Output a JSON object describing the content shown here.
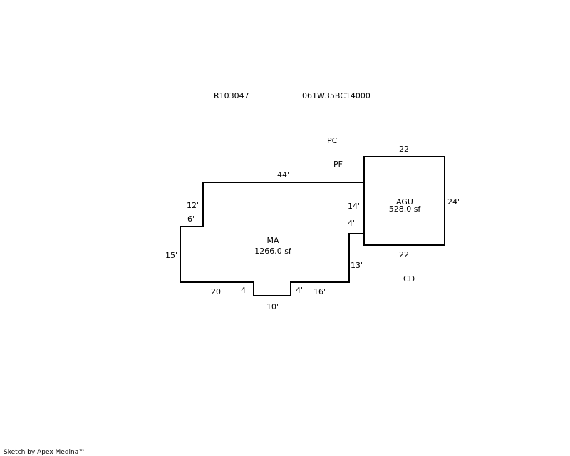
{
  "header": {
    "parcel_id": "R103047",
    "map_number": "061W35BC14000"
  },
  "codes": {
    "pc": "PC",
    "pf": "PF",
    "cd": "CD"
  },
  "areas": {
    "main": {
      "code": "MA",
      "size": "1266.0 sf"
    },
    "garage": {
      "code": "AGU",
      "size": "528.0 sf"
    }
  },
  "dimensions": {
    "main_top": "44'",
    "main_left_upper": "12'",
    "main_step": "6'",
    "main_left": "15'",
    "main_bottom_left": "20'",
    "notch_left": "4'",
    "notch_bottom": "10'",
    "notch_right": "4'",
    "main_bottom_right": "16'",
    "main_right_lower": "13'",
    "main_right_step": "4'",
    "main_right_upper": "14'",
    "garage_top": "22'",
    "garage_right": "24'",
    "garage_bottom": "22'"
  },
  "footer": {
    "credit": "Sketch by Apex Medina™"
  },
  "colors": {
    "line": "#000000",
    "background": "#ffffff"
  }
}
